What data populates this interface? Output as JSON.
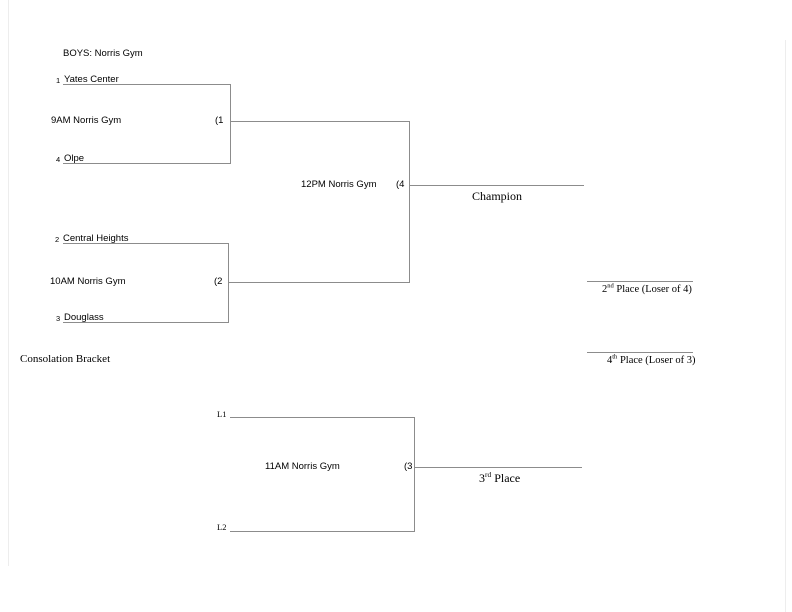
{
  "page": {
    "title": "BOYS: Norris Gym",
    "consolation_title": "Consolation Bracket"
  },
  "games": {
    "g1": {
      "time": "9AM Norris Gym",
      "num": "(1"
    },
    "g2": {
      "time": "10AM Norris Gym",
      "num": "(2"
    },
    "g3": {
      "time": "11AM Norris Gym",
      "num": "(3"
    },
    "g4": {
      "time": "12PM Norris Gym",
      "num": "(4"
    }
  },
  "teams": {
    "seed1": {
      "seed": "1",
      "name": "Yates Center"
    },
    "seed4": {
      "seed": "4",
      "name": "Olpe"
    },
    "seed2": {
      "seed": "2",
      "name": "Central Heights"
    },
    "seed3": {
      "seed": "3",
      "name": "Douglass"
    },
    "loser1": "L1",
    "loser2": "L2"
  },
  "results": {
    "champion": "Champion",
    "second_num": "2",
    "second_sup": "nd",
    "second_rest": " Place (Loser of 4)",
    "third_num": "3",
    "third_sup": "rd",
    "third_rest": " Place",
    "fourth_num": "4",
    "fourth_sup": "th",
    "fourth_rest": " Place (Loser of 3)"
  },
  "colors": {
    "line": "#8c8c8c",
    "text": "#000000",
    "page_edge": "#ededed"
  }
}
